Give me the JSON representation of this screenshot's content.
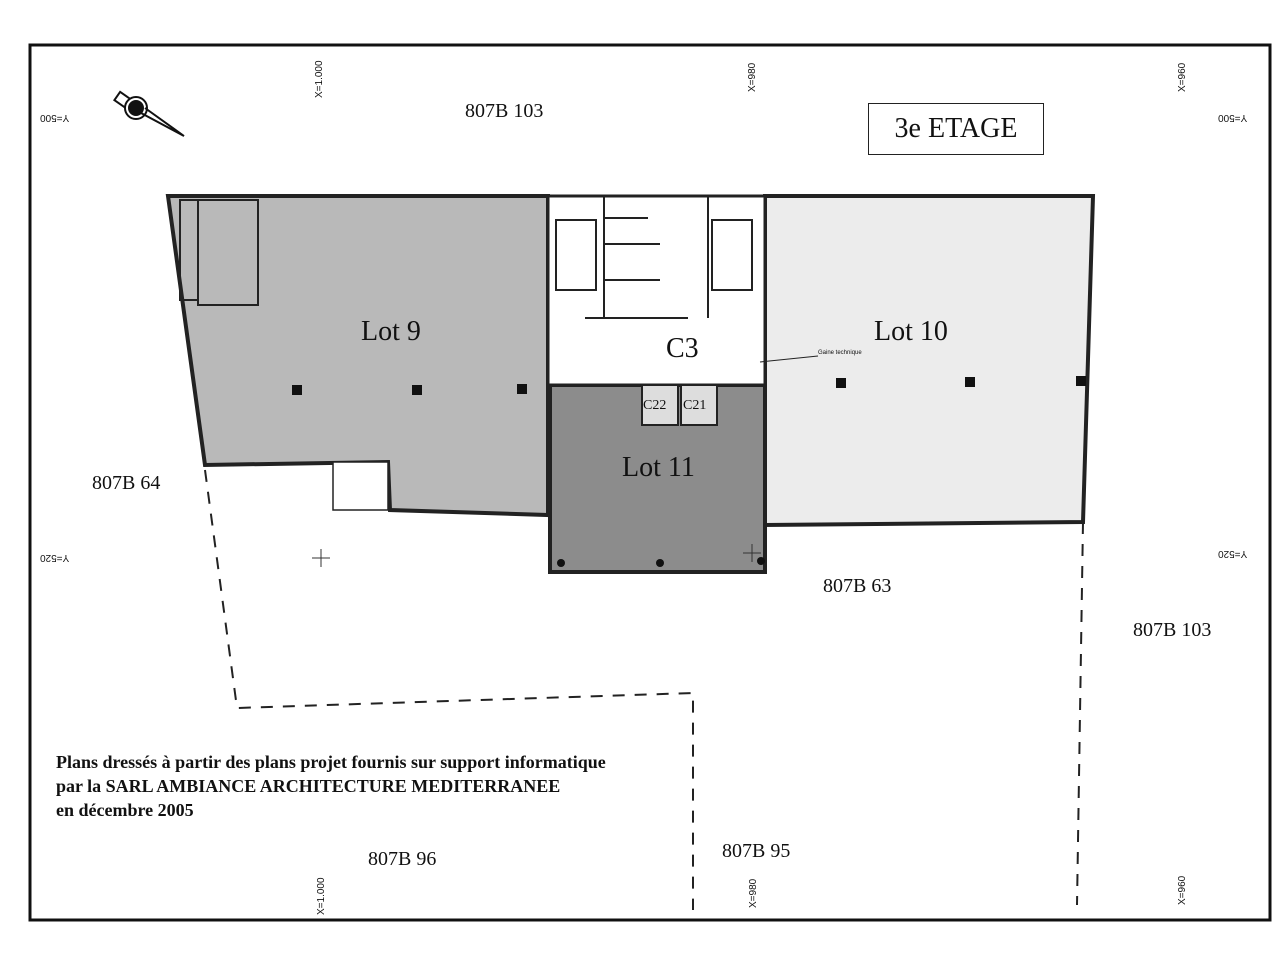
{
  "floor_title": "3e ETAGE",
  "lots": {
    "lot9": "Lot 9",
    "lot10": "Lot 10",
    "lot11": "Lot 11",
    "common": "C3",
    "c21": "C21",
    "c22": "C22"
  },
  "annotation": "Gaine technique",
  "parcels": {
    "top": "807B 103",
    "left": "807B 64",
    "center": "807B 63",
    "right": "807B 103",
    "bottom_left": "807B 96",
    "bottom_mid": "807B 95"
  },
  "coordinates": {
    "x1": "X=1.000",
    "x2": "X=980",
    "x3": "X=960",
    "y1": "Y=500",
    "y2": "Y=520"
  },
  "note": [
    "Plans dressés à partir des plans projet fournis sur support informatique",
    "par la SARL AMBIANCE ARCHITECTURE MEDITERRANEE",
    "en décembre 2005"
  ],
  "colors": {
    "lot9": "#b9b9b9",
    "lot10": "#ececec",
    "lot11": "#8c8c8c"
  },
  "icons": [
    "north-arrow-icon"
  ]
}
